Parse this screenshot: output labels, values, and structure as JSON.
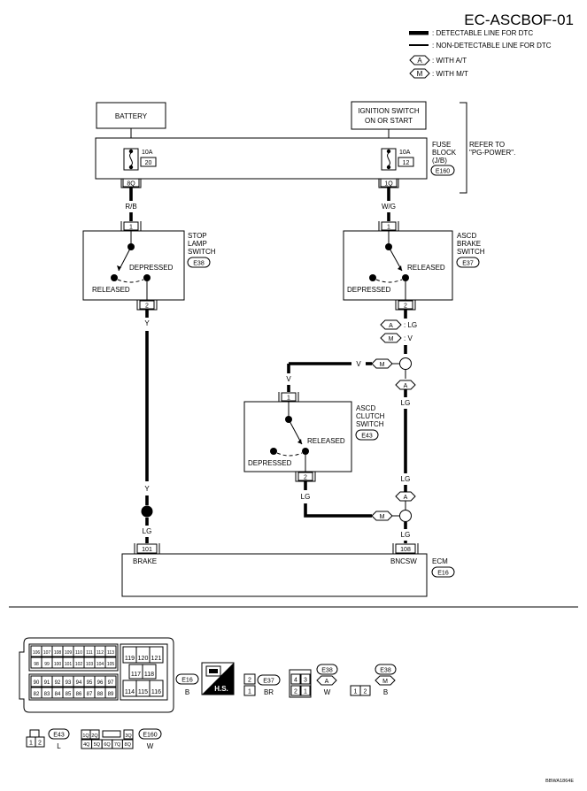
{
  "header": {
    "title": "EC-ASCBOF-01",
    "legend": [
      {
        "symbol": "thick-solid",
        "text": ": DETECTABLE LINE FOR DTC"
      },
      {
        "symbol": "thin-solid",
        "text": ": NON-DETECTABLE LINE FOR DTC"
      },
      {
        "symbol": "A",
        "text": ": WITH A/T"
      },
      {
        "symbol": "M",
        "text": ": WITH M/T"
      }
    ]
  },
  "supply": {
    "battery": "BATTERY",
    "ignition_line1": "IGNITION SWITCH",
    "ignition_line2": "ON OR START",
    "fuse_block_lines": [
      "FUSE",
      "BLOCK",
      "(J/B)"
    ],
    "fuse_block_conn": "E160",
    "refer_lines": [
      "REFER TO",
      "\"PG-POWER\"."
    ],
    "fuse_left": {
      "amp": "10A",
      "num": "20",
      "terminal": "8Q"
    },
    "fuse_right": {
      "amp": "10A",
      "num": "12",
      "terminal": "1Q"
    }
  },
  "wires": {
    "rb": "R/B",
    "wg": "W/G",
    "y_top": "Y",
    "y_bottom": "Y",
    "lg_left": "LG",
    "a_lg": ": LG",
    "m_v": ": V",
    "v_branch": "V",
    "v_down": "V",
    "lg_mid": "LG",
    "lg_mid2": "LG",
    "lg_clutch": "LG",
    "lg_bottom": "LG"
  },
  "stop_lamp": {
    "name_lines": [
      "STOP",
      "LAMP",
      "SWITCH"
    ],
    "conn": "E38",
    "pin_in": "1",
    "pin_out": "2",
    "state_depressed": "DEPRESSED",
    "state_released": "RELEASED"
  },
  "brake_switch": {
    "name_lines": [
      "ASCD",
      "BRAKE",
      "SWITCH"
    ],
    "conn": "E37",
    "pin_in": "1",
    "pin_out": "2",
    "state_released": "RELEASED",
    "state_depressed": "DEPRESSED"
  },
  "clutch_switch": {
    "name_lines": [
      "ASCD",
      "CLUTCH",
      "SWITCH"
    ],
    "conn": "E43",
    "pin_in": "1",
    "pin_out": "2",
    "state_released": "RELEASED",
    "state_depressed": "DEPRESSED"
  },
  "ecm": {
    "name": "ECM",
    "conn": "E16",
    "pin_left": "101",
    "pin_right": "108",
    "label_left": "BRAKE",
    "label_right": "BNCSW"
  },
  "badges": {
    "a": "A",
    "m": "M"
  },
  "connectors": {
    "e16": {
      "label": "E16",
      "color": "B",
      "row1": [
        "106",
        "107",
        "108",
        "109",
        "110",
        "111",
        "112",
        "113"
      ],
      "row2": [
        "98",
        "99",
        "100",
        "101",
        "102",
        "103",
        "104",
        "105"
      ],
      "row3": [
        "90",
        "91",
        "92",
        "93",
        "94",
        "95",
        "96",
        "97"
      ],
      "row4": [
        "82",
        "83",
        "84",
        "85",
        "86",
        "87",
        "88",
        "89"
      ],
      "right_row1": [
        "119",
        "120",
        "121"
      ],
      "right_row2": [
        "117",
        "118"
      ],
      "right_row3": [
        "114",
        "115",
        "116"
      ]
    },
    "hs": "H.S.",
    "e37": {
      "label": "E37",
      "color": "BR",
      "pins": [
        "2",
        "1"
      ]
    },
    "e38_at": {
      "label": "E38",
      "badge": "A",
      "color": "W",
      "pins": [
        "4",
        "3",
        "2",
        "1"
      ]
    },
    "e38_mt": {
      "label": "E38",
      "badge": "M",
      "color": "B",
      "pins": [
        "1",
        "2"
      ]
    },
    "e43": {
      "label": "E43",
      "color": "L",
      "pins": [
        "1",
        "2"
      ]
    },
    "e160": {
      "label": "E160",
      "color": "W",
      "row1": [
        "1Q",
        "2Q",
        "3Q"
      ],
      "row2": [
        "4Q",
        "5Q",
        "6Q",
        "7Q",
        "8Q"
      ]
    }
  },
  "footer": {
    "code": "BBWA1864E"
  }
}
